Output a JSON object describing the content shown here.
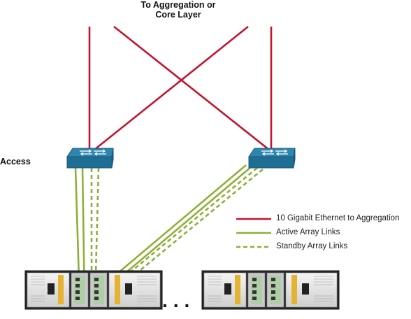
{
  "title": {
    "line1": "To Aggregation or",
    "line2": "Core Layer"
  },
  "access_label": "Access",
  "legend": [
    {
      "label": "10 Gigabit Ethernet to Aggregation",
      "color": "#c4142e",
      "style": "solid"
    },
    {
      "label": "Active Array Links",
      "color": "#8db03a",
      "style": "solid"
    },
    {
      "label": "Standby Array Links",
      "color": "#8db03a",
      "style": "dashed"
    }
  ],
  "ellipsis": "...",
  "colors": {
    "uplink_red": "#c4142e",
    "array_green": "#8db03a",
    "switch_blue": "#1f6e93",
    "switch_top": "#2c86b0"
  },
  "icons": [
    "switch-icon",
    "storage-array-icon"
  ]
}
